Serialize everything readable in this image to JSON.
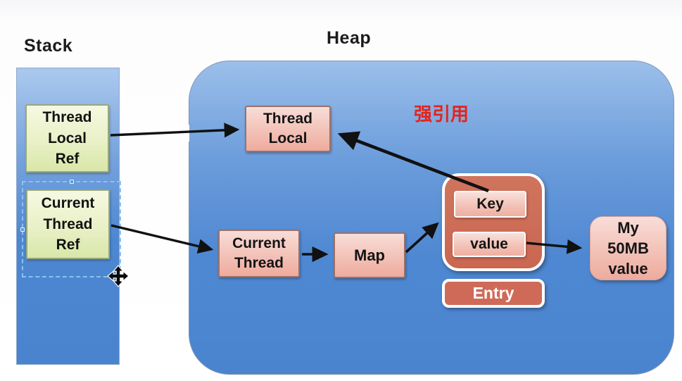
{
  "labels": {
    "stack": "Stack",
    "heap": "Heap",
    "strong_ref": "强引用"
  },
  "stack": {
    "thread_local_ref": {
      "lines": [
        "Thread",
        "Local",
        "Ref"
      ]
    },
    "current_thread_ref": {
      "lines": [
        "Current",
        "Thread",
        "Ref"
      ]
    }
  },
  "heap": {
    "thread_local": {
      "lines": [
        "Thread",
        "Local"
      ]
    },
    "current_thread": {
      "lines": [
        "Current",
        "Thread"
      ]
    },
    "map": {
      "label": "Map"
    },
    "entry": {
      "key_label": "Key",
      "value_label": "value",
      "group_label": "Entry"
    },
    "my_value": {
      "lines": [
        "My",
        "50MB",
        "value"
      ]
    }
  },
  "icons": {
    "move_cursor": "move-cursor"
  },
  "colors": {
    "stack_fill_top": "#abc9ee",
    "stack_fill_bottom": "#4a84cf",
    "heap_fill_top": "#9cbfea",
    "heap_fill_bottom": "#4a84cf",
    "green_box_fill": "#e9f0c6",
    "green_box_border": "#9aa97c",
    "pink_box_fill": "#f3c4ba",
    "pink_box_border": "#9c7168",
    "entry_group_fill": "#ca6751",
    "entry_label_fill": "#d06a58",
    "strong_ref_text": "#e3241c",
    "selection_dash": "#8cc0f2",
    "arrow": "#111111"
  }
}
